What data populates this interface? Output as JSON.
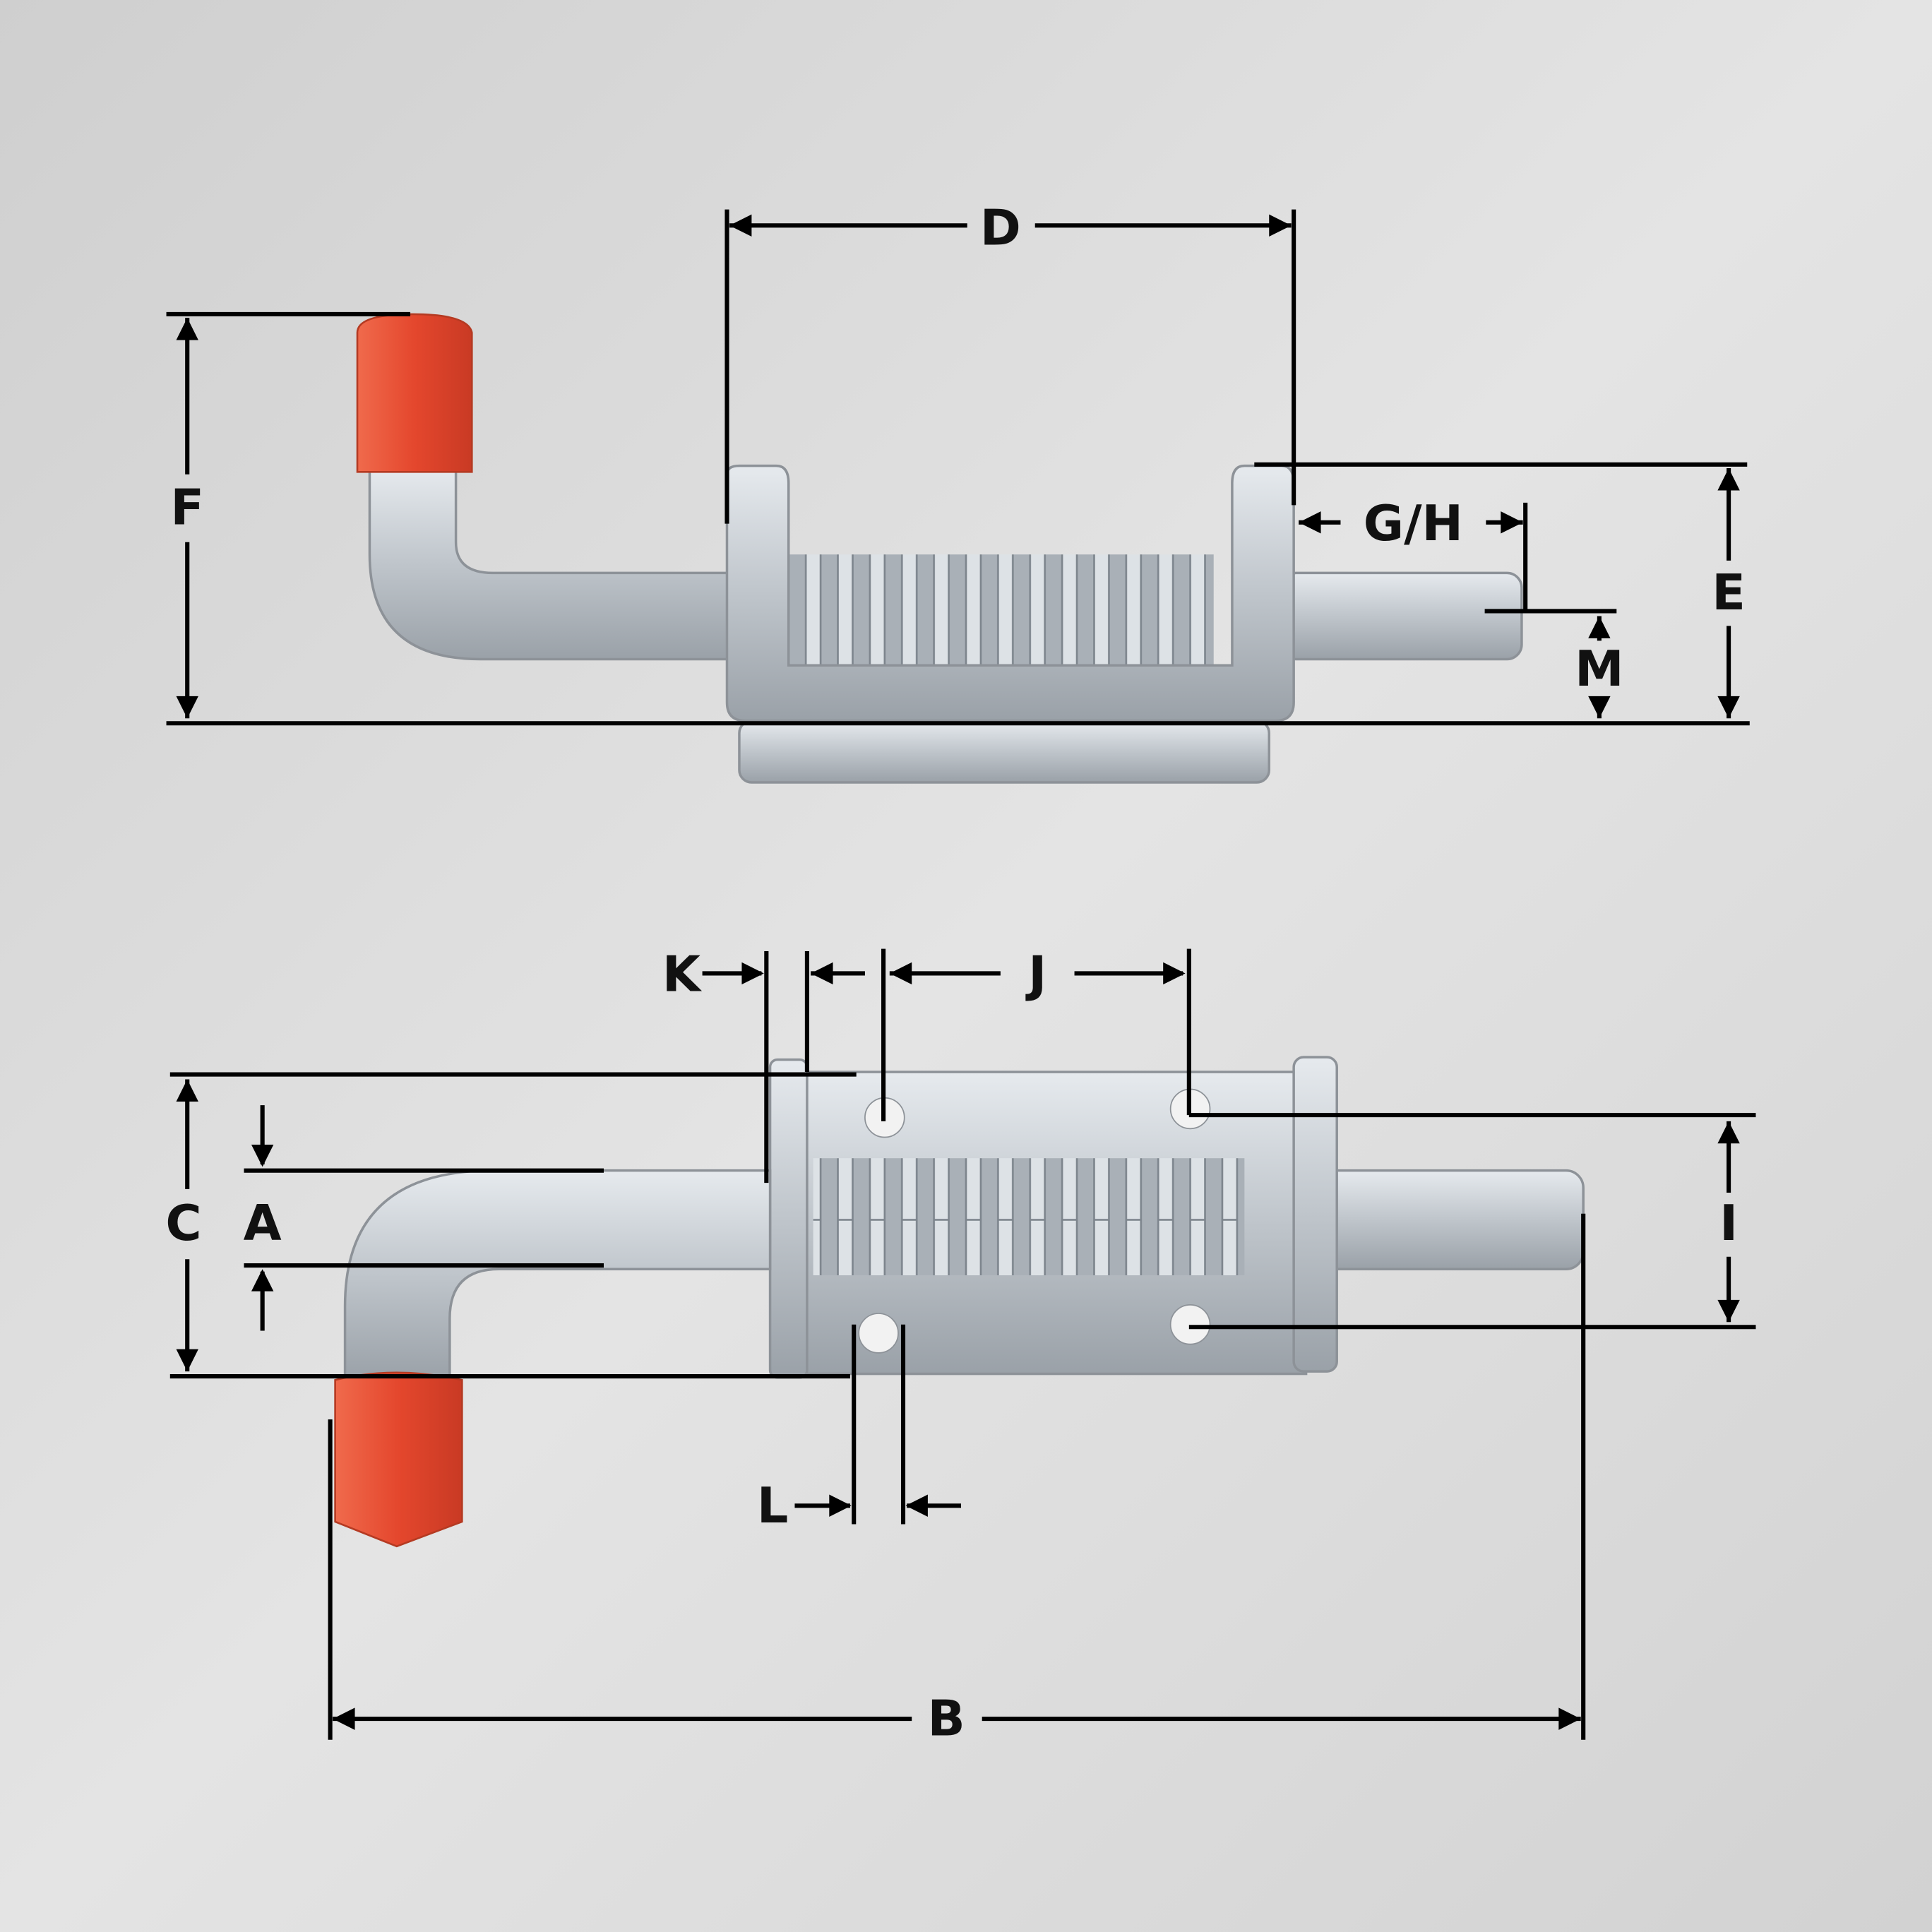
{
  "title": "Spring latch bolt dimension diagram",
  "labels": {
    "D": "D",
    "F": "F",
    "E": "E",
    "GH": "G/H",
    "M": "M",
    "K": "K",
    "J": "J",
    "C": "C",
    "A": "A",
    "I": "I",
    "L": "L",
    "B": "B"
  },
  "colors": {
    "cap": "#e8553a",
    "metal": "#c9ced3",
    "line": "#000000",
    "background": "#dcdcdc"
  }
}
